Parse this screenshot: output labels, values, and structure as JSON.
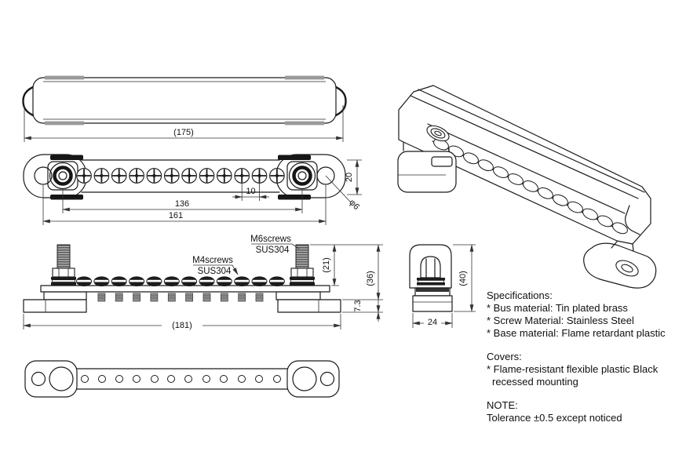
{
  "dimensions": {
    "top_view_length": "(175)",
    "bar_height": "20",
    "screw_pitch": "10",
    "terminal_span": "136",
    "mount_hole_span": "161",
    "mount_hole_dia": "φ6",
    "stud_height": "(21)",
    "overall_height": "(36)",
    "base_height": "7.3",
    "overall_length": "(181)",
    "end_width": "24",
    "end_height": "(40)"
  },
  "labels": {
    "m6_screws": "M6screws",
    "m6_material": "SUS304",
    "m4_screws": "M4screws",
    "m4_material": "SUS304"
  },
  "notes": {
    "specifications_title": "Specifications:",
    "specifications": [
      "* Bus material: Tin plated brass",
      "* Screw Material: Stainless Steel",
      "* Base material: Flame retardant plastic"
    ],
    "covers_title": "Covers:",
    "covers": [
      "* Flame-resistant flexible plastic Black",
      "recessed mounting"
    ],
    "note_title": "NOTE:",
    "note_body": "Tolerance ±0.5 except noticed"
  }
}
